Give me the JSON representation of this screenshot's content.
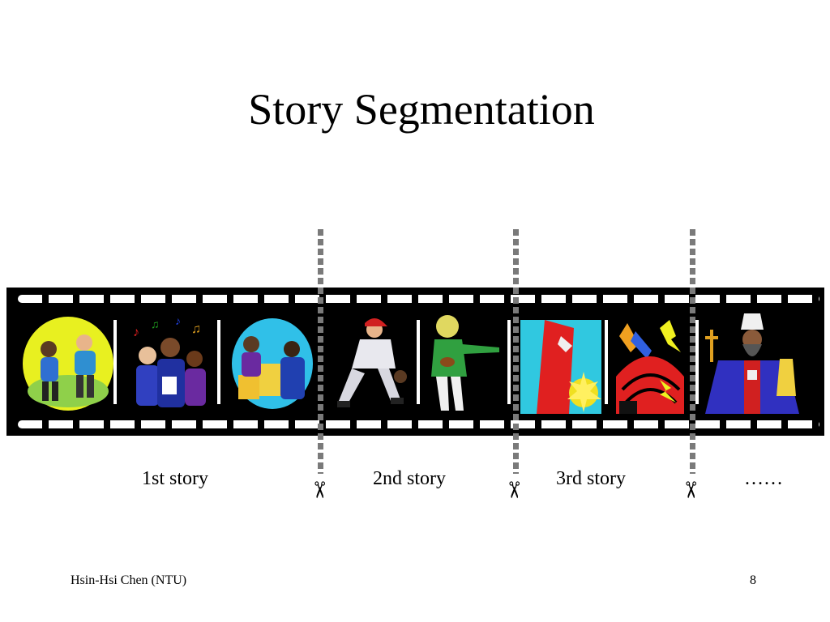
{
  "slide": {
    "title": "Story Segmentation",
    "labels": [
      "1st story",
      "2nd story",
      "3rd story",
      "……"
    ],
    "footer_left": "Hsin-Hsi Chen (NTU)",
    "page_number": "8"
  },
  "icons": {
    "cut_marker": "scissors-icon"
  },
  "frames": [
    "people-listening-music-icon",
    "singers-icon",
    "business-meeting-icon",
    "baseball-player-icon",
    "football-player-icon",
    "abstract-face-sun-icon",
    "storm-lightning-icon",
    "priest-icon"
  ],
  "colors": {
    "film": "#000000",
    "cut_line": "#7a7a7a",
    "background": "#ffffff"
  }
}
